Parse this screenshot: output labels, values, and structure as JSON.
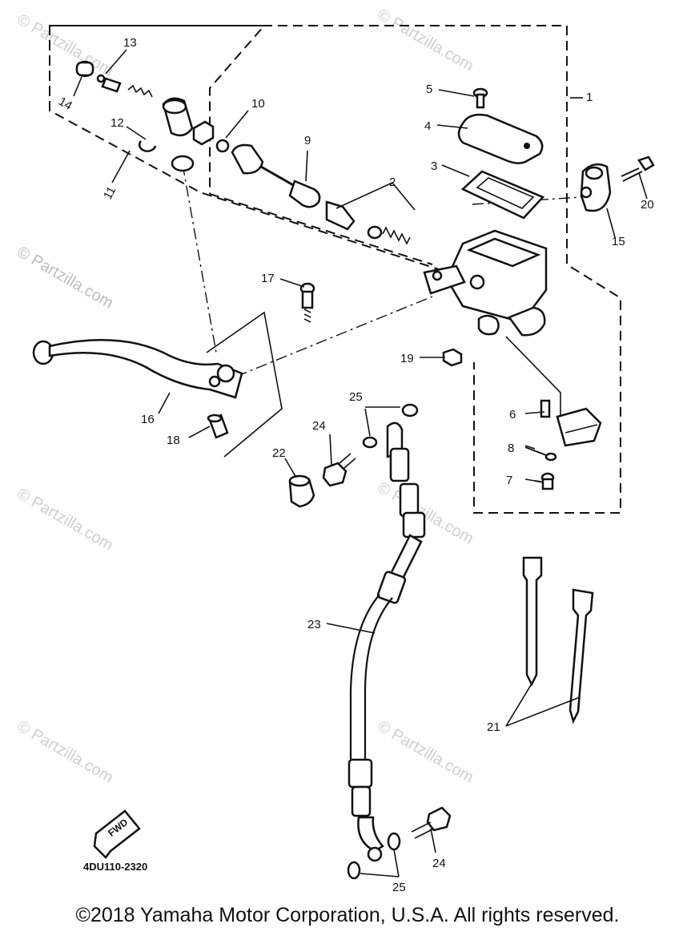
{
  "callouts": {
    "c1": "1",
    "c2": "2",
    "c3": "3",
    "c4": "4",
    "c5": "5",
    "c6": "6",
    "c7": "7",
    "c8": "8",
    "c9": "9",
    "c10": "10",
    "c11": "11",
    "c12": "12",
    "c13": "13",
    "c14": "14",
    "c15": "15",
    "c16": "16",
    "c17": "17",
    "c18": "18",
    "c19": "19",
    "c20": "20",
    "c21": "21",
    "c22": "22",
    "c23": "23",
    "c24a": "24",
    "c24b": "24",
    "c25a": "25",
    "c25b": "25"
  },
  "diagram_code": "4DU110-2320",
  "fwd_label": "FWD",
  "watermark": "© Partzilla.com",
  "copyright": "©2018  Yamaha Motor Corporation, U.S.A. All rights reserved."
}
